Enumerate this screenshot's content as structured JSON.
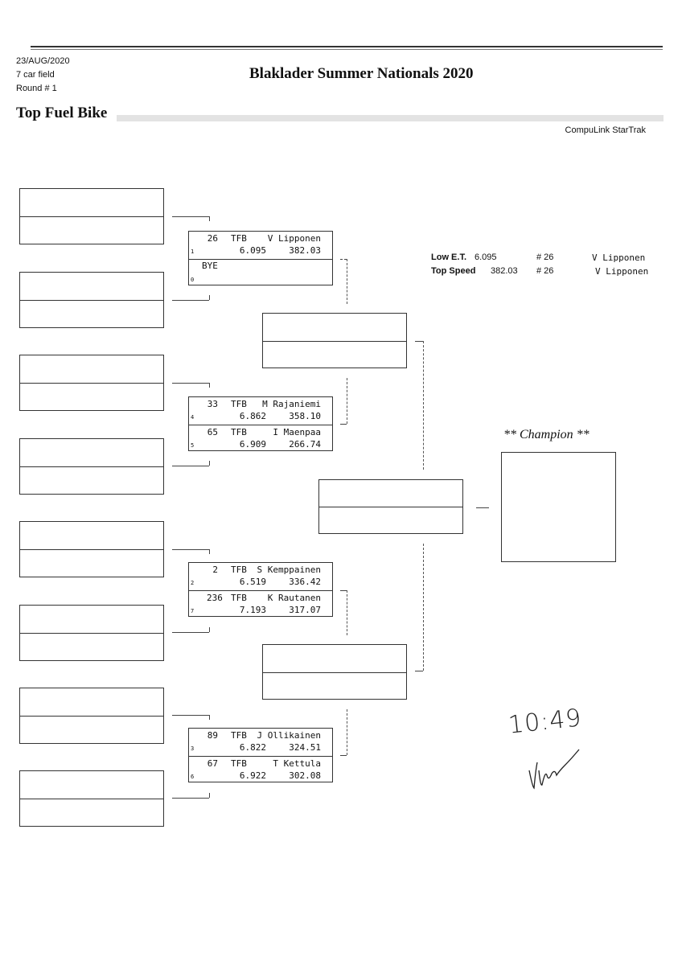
{
  "header": {
    "date": "23/AUG/2020",
    "field": "7 car field",
    "round": "Round # 1",
    "title": "Blaklader Summer Nationals 2020",
    "class": "Top Fuel Bike",
    "brand": "CompuLink StarTrak"
  },
  "matches": [
    {
      "top": {
        "num": "26",
        "cls": "TFB",
        "name": "V Lipponen",
        "et": "6.095",
        "speed": "382.03",
        "seed": "1"
      },
      "bottom": {
        "bye": "BYE",
        "seed": "0"
      }
    },
    {
      "top": {
        "num": "33",
        "cls": "TFB",
        "name": "M Rajaniemi",
        "et": "6.862",
        "speed": "358.10",
        "seed": "4"
      },
      "bottom": {
        "num": "65",
        "cls": "TFB",
        "name": "I Maenpaa",
        "et": "6.909",
        "speed": "266.74",
        "seed": "5"
      }
    },
    {
      "top": {
        "num": "2",
        "cls": "TFB",
        "name": "S Kemppainen",
        "et": "6.519",
        "speed": "336.42",
        "seed": "2"
      },
      "bottom": {
        "num": "236",
        "cls": "TFB",
        "name": "K Rautanen",
        "et": "7.193",
        "speed": "317.07",
        "seed": "7"
      }
    },
    {
      "top": {
        "num": "89",
        "cls": "TFB",
        "name": "J Ollikainen",
        "et": "6.822",
        "speed": "324.51",
        "seed": "3"
      },
      "bottom": {
        "num": "67",
        "cls": "TFB",
        "name": "T Kettula",
        "et": "6.922",
        "speed": "302.08",
        "seed": "6"
      }
    }
  ],
  "stats": {
    "low_et": {
      "label": "Low  E.T.",
      "value": "6.095",
      "num": "# 26",
      "name": "V Lipponen"
    },
    "top_speed": {
      "label": "Top Speed",
      "value": "382.03",
      "num": "# 26",
      "name": "V Lipponen"
    }
  },
  "champion_label": "** Champion **",
  "handwritten": {
    "time": "10:49",
    "signature": "signature"
  }
}
